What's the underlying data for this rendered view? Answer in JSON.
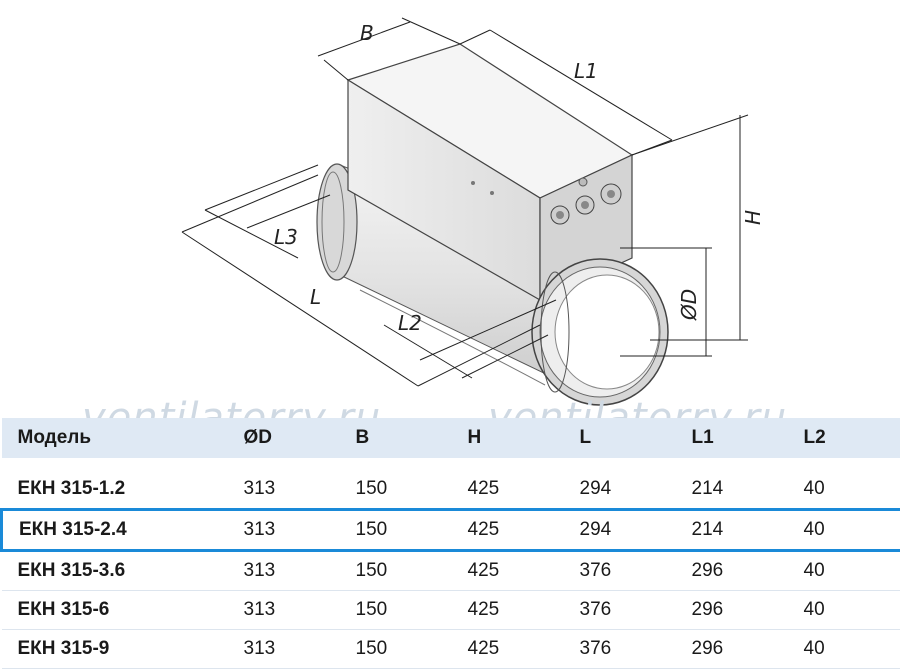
{
  "drawing": {
    "labels": {
      "B": "B",
      "L1": "L1",
      "H": "H",
      "L3": "L3",
      "L": "L",
      "L2": "L2",
      "D": "ØD"
    }
  },
  "watermark": "ventilatorry.ru",
  "table": {
    "headers": [
      "Модель",
      "ØD",
      "B",
      "H",
      "L",
      "L1",
      "L2"
    ],
    "rows": [
      [
        "ЕКН 315-1.2",
        "313",
        "150",
        "425",
        "294",
        "214",
        "40"
      ],
      [
        "ЕКН 315-2.4",
        "313",
        "150",
        "425",
        "294",
        "214",
        "40"
      ],
      [
        "ЕКН 315-3.6",
        "313",
        "150",
        "425",
        "376",
        "296",
        "40"
      ],
      [
        "ЕКН 315-6",
        "313",
        "150",
        "425",
        "376",
        "296",
        "40"
      ],
      [
        "ЕКН 315-9",
        "313",
        "150",
        "425",
        "376",
        "296",
        "40"
      ]
    ],
    "selected_row": 1
  },
  "colors": {
    "header_bg": "#dfe9f4",
    "highlight": "#1a8ad8",
    "watermark": "#cfd9e3"
  }
}
